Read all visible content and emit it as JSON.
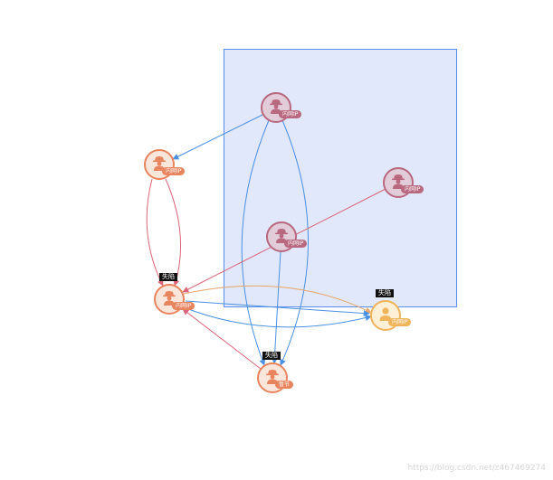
{
  "colors": {
    "inner_purple": "#b8687f",
    "inner_purple_fill": "#e2ccd8",
    "orange": "#e8845e",
    "orange_fill": "#fbe6dc",
    "yellow": "#f0b45a",
    "yellow_fill": "#fdf0d6",
    "blue_edge": "#4a90e2",
    "red_edge": "#d9657a",
    "orange_edge": "#e8a66a",
    "selection": "#5b8ef0"
  },
  "nodes": [
    {
      "id": "n1",
      "tag": "内网IP",
      "icon": "hacker-icon",
      "theme": "inner",
      "failed": false
    },
    {
      "id": "n2",
      "tag": "内网IP",
      "icon": "hacker-icon",
      "theme": "orange",
      "failed": false
    },
    {
      "id": "n3",
      "tag": "内网IP",
      "icon": "hacker-icon",
      "theme": "inner",
      "failed": false
    },
    {
      "id": "n4",
      "tag": "内网IP",
      "icon": "hacker-icon",
      "theme": "inner",
      "failed": false
    },
    {
      "id": "n5",
      "tag": "内网IP",
      "icon": "hacker-icon",
      "theme": "orange",
      "failed": true
    },
    {
      "id": "n6",
      "tag": "内网IP",
      "icon": "user-icon",
      "theme": "yellow",
      "failed": true
    },
    {
      "id": "n7",
      "tag": "暂节",
      "icon": "hacker-icon",
      "theme": "orange",
      "failed": true
    }
  ],
  "fail_label": "失陷",
  "watermark": "https://blog.csdn.net/z467469274"
}
